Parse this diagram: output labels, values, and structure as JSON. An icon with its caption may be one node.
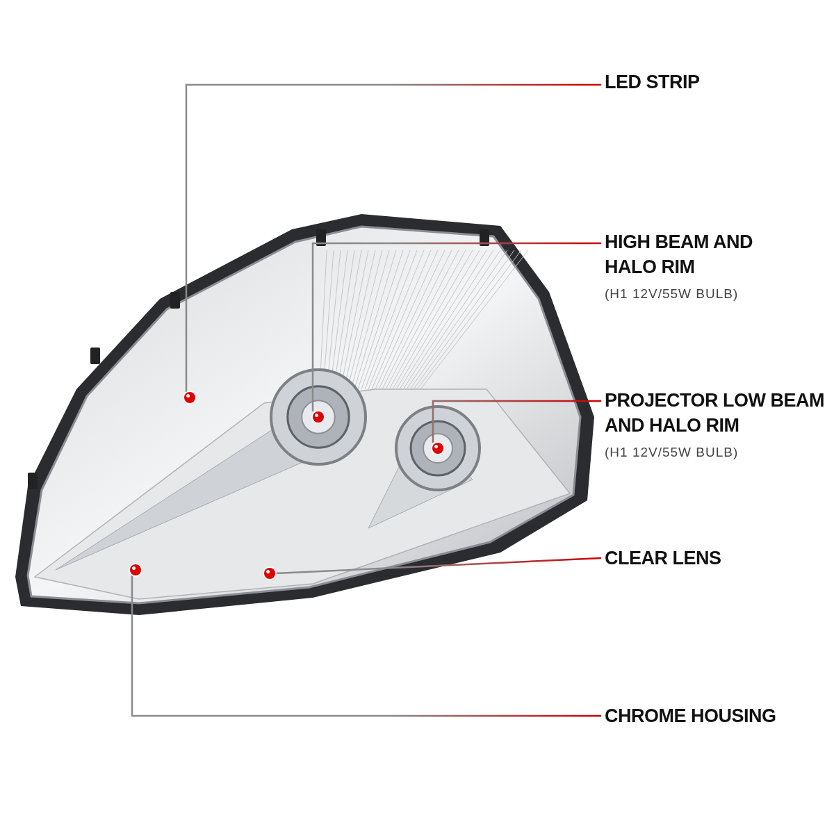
{
  "diagram": {
    "nodes": [
      {
        "text": [
          "LED STRIP"
        ]
      },
      {
        "text": [
          "HIGH BEAM AND HALO RIM",
          "(H1 12V/55W BULB)"
        ]
      },
      {
        "text": [
          "PROJECTOR LOW BEAM AND HALO RIM",
          "(H1 12V/55W BULB)"
        ]
      },
      {
        "text": [
          "CLEAR LENS"
        ]
      },
      {
        "text": [
          "CHROME HOUSING"
        ]
      },
      {
        "text": [],
        "shape": "circle"
      },
      {
        "text": [],
        "shape": "circle"
      },
      {
        "text": [],
        "shape": "circle"
      },
      {
        "text": [],
        "shape": "circle"
      },
      {
        "text": [],
        "shape": "circle"
      }
    ],
    "edges": [
      {
        "from": 0,
        "to": 5,
        "arrow": "none"
      },
      {
        "from": 1,
        "to": 6,
        "arrow": "none"
      },
      {
        "from": 2,
        "to": 7,
        "arrow": "none"
      },
      {
        "from": 3,
        "to": 8,
        "arrow": "none"
      },
      {
        "from": 4,
        "to": 9,
        "arrow": "none"
      }
    ]
  }
}
